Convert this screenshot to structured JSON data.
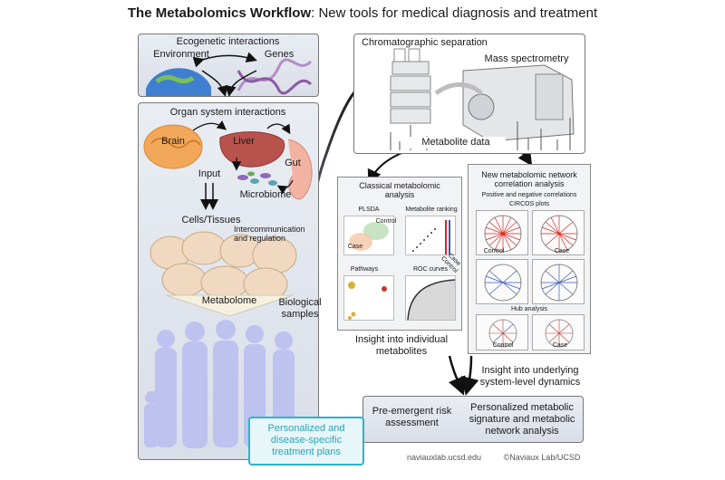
{
  "title": {
    "bold": "The Metabolomics Workflow",
    "rest": ": New tools for medical diagnosis and treatment"
  },
  "left_panel": {
    "ecogenetic": {
      "heading": "Ecogenetic interactions",
      "environment": "Environment",
      "genes": "Genes"
    },
    "organ": {
      "heading": "Organ system interactions",
      "brain": "Brain",
      "liver": "Liver",
      "gut": "Gut",
      "input": "Input",
      "microbiome": "Microbiome",
      "cells": "Cells/Tissues",
      "intercommunication": "Intercommunication\nand regulation",
      "metabolome": "Metabolome"
    },
    "biological_samples": "Biological\nsamples"
  },
  "right": {
    "chromatographic": "Chromatographic separation",
    "mass_spec": "Mass spectrometry",
    "metabolite_data": "Metabolite data",
    "classical": {
      "heading": "Classical metabolomic\nanalysis",
      "plsda": "PLSDA",
      "control": "Control",
      "case": "Case",
      "ranking": "Metabolite ranking",
      "ranking_legend": "Case\nControl",
      "pathways": "Pathways",
      "roc": "ROC curves"
    },
    "network": {
      "heading": "New metabolomic network\ncorrelation analysis",
      "pos_neg": "Positive and negative correlations",
      "circos": "CIRCOS plots",
      "control": "Control",
      "case": "Case",
      "hub": "Hub analysis"
    },
    "insight_individual": "Insight into individual\nmetabolites",
    "insight_system": "Insight into underlying\nsystem-level dynamics",
    "pre_emergent": "Pre-emergent risk\nassessment",
    "personalized_signature": "Personalized metabolic\nsignature and metabolic\nnetwork analysis",
    "treatment": "Personalized and\ndisease-specific\ntreatment plans",
    "credit_url": "naviauxlab.ucsd.edu",
    "credit": "©Naviaux Lab/UCSD"
  },
  "colors": {
    "accent_teal": "#2fb3c8",
    "red_network": "#d9251d",
    "blue_network": "#3a57b5",
    "panel_border": "#777777"
  }
}
